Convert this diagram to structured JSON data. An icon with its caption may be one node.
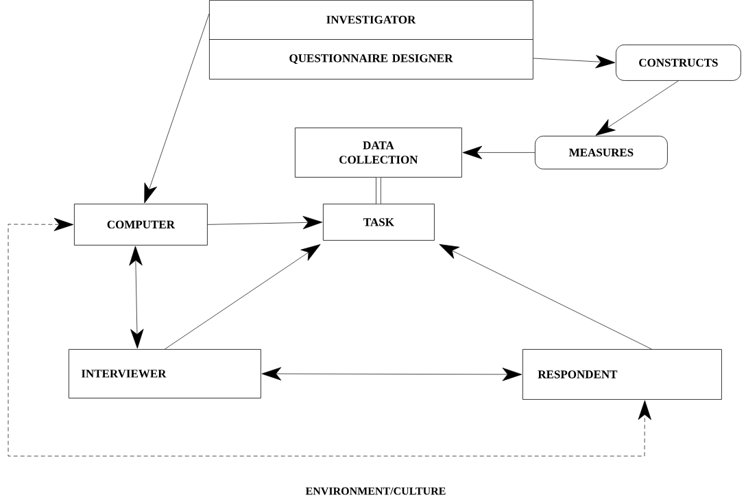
{
  "diagram": {
    "nodes": [
      {
        "text": [
          "INVESTIGATOR",
          "QUESTIONNAIRE DESIGNER"
        ]
      },
      {
        "text": [
          "CONSTRUCTS"
        ]
      },
      {
        "text": [
          "DATA COLLECTION"
        ]
      },
      {
        "text": [
          "MEASURES"
        ]
      },
      {
        "text": [
          "COMPUTER"
        ]
      },
      {
        "text": [
          "TASK"
        ]
      },
      {
        "text": [
          "INTERVIEWER"
        ]
      },
      {
        "text": [
          "RESPONDENT"
        ]
      }
    ],
    "edges": [
      {
        "from": 0,
        "to": 1,
        "arrow": "to"
      },
      {
        "from": 1,
        "to": 3,
        "arrow": "to"
      },
      {
        "from": 3,
        "to": 2,
        "arrow": "to"
      },
      {
        "from": 2,
        "to": 5,
        "arrow": "none",
        "style": "thick"
      },
      {
        "from": 0,
        "to": 4,
        "arrow": "to"
      },
      {
        "from": 4,
        "to": 5,
        "arrow": "to"
      },
      {
        "from": 4,
        "to": 6,
        "arrow": "both"
      },
      {
        "from": 6,
        "to": 5,
        "arrow": "to"
      },
      {
        "from": 7,
        "to": 5,
        "arrow": "to"
      },
      {
        "from": 6,
        "to": 7,
        "arrow": "both"
      },
      {
        "from": 4,
        "to": 7,
        "arrow": "both",
        "style": "dashed"
      }
    ],
    "labels": [
      "ENVIRONMENT/CULTURE"
    ]
  }
}
